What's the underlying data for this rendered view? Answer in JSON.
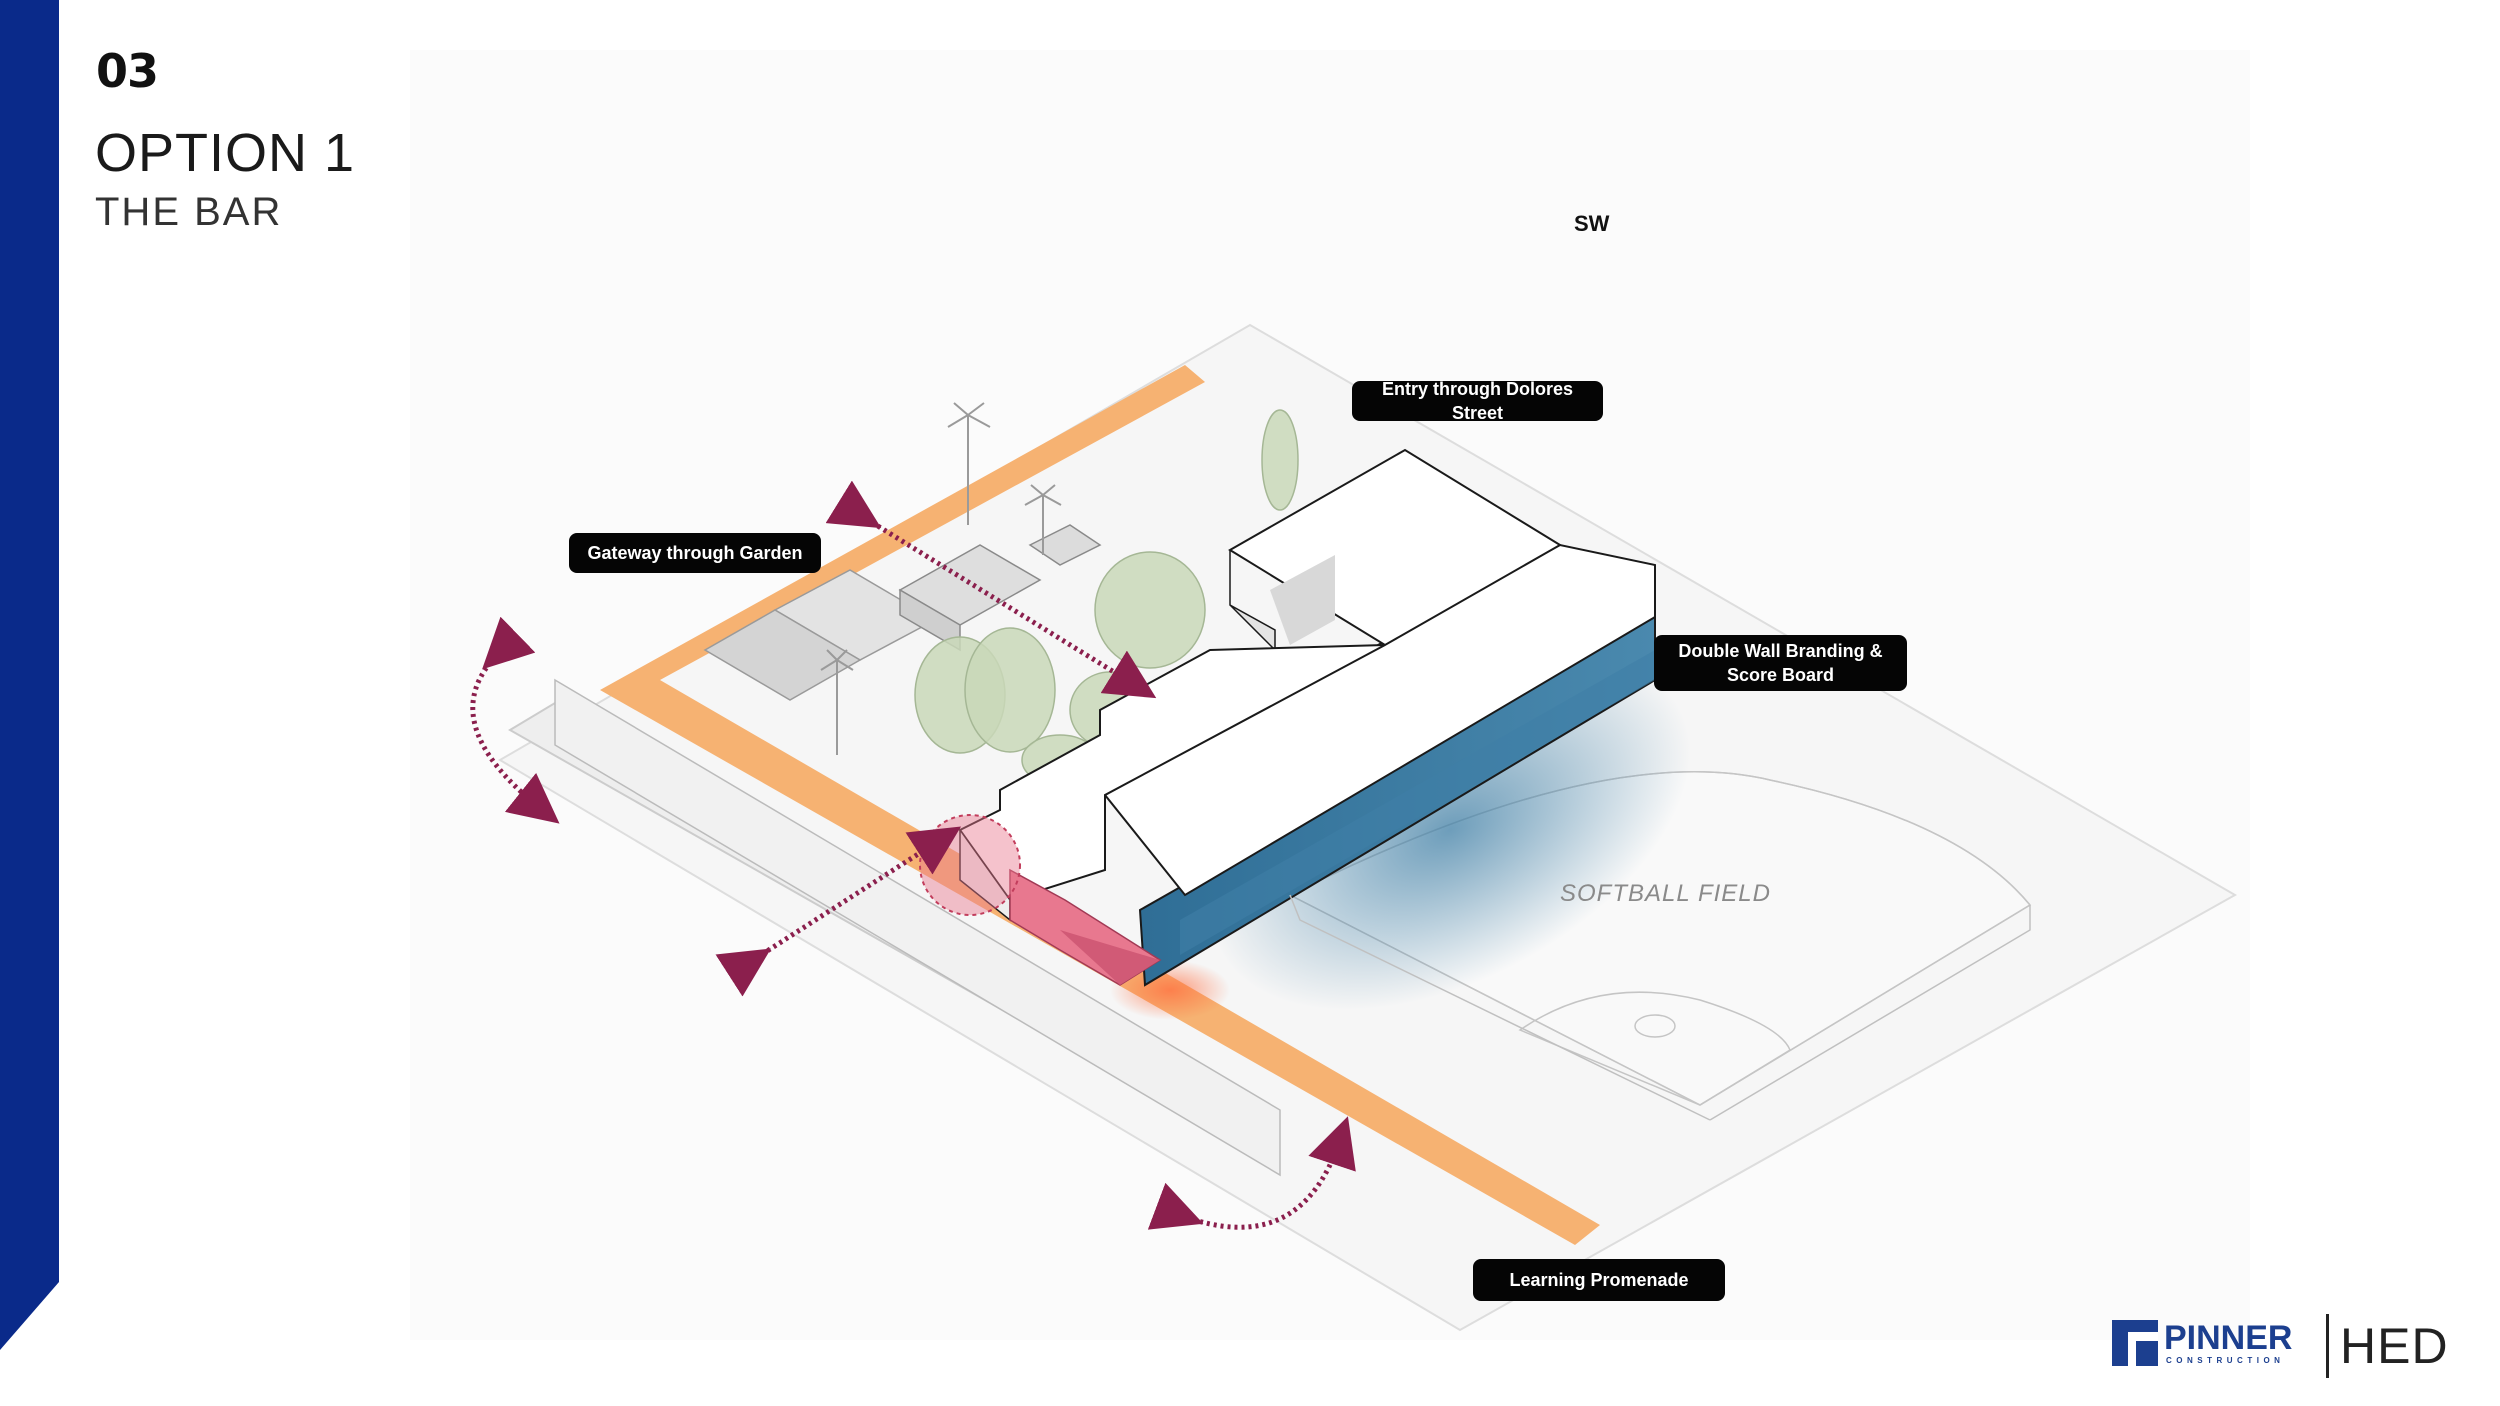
{
  "slide": {
    "number": "03",
    "title": "OPTION 1",
    "subtitle": "THE BAR"
  },
  "colors": {
    "sidebar_blue": "#0a2a8a",
    "promenade_orange": "#f6b272",
    "facade_blue": "#3f7fa6",
    "entry_pink": "#e8788f",
    "arrow_maroon": "#8b1f4d",
    "tree_green": "#c9d8b8",
    "label_black": "#050505",
    "pinner_blue": "#1c3f8f"
  },
  "diagram": {
    "compass": "SW",
    "field_label": "SOFTBALL FIELD",
    "labels": {
      "entry": "Entry through Dolores Street",
      "gateway": "Gateway through Garden",
      "branding_line1": "Double Wall Branding &",
      "branding_line2": "Score Board",
      "promenade": "Learning Promenade"
    }
  },
  "logos": {
    "pinner": "PINNER",
    "pinner_sub": "CONSTRUCTION",
    "hed": "HED"
  },
  "icons": {
    "pinner_mark": "pinner-logo-icon",
    "palm": "palm-tree-icon",
    "arrows": "double-arrow-icon"
  }
}
